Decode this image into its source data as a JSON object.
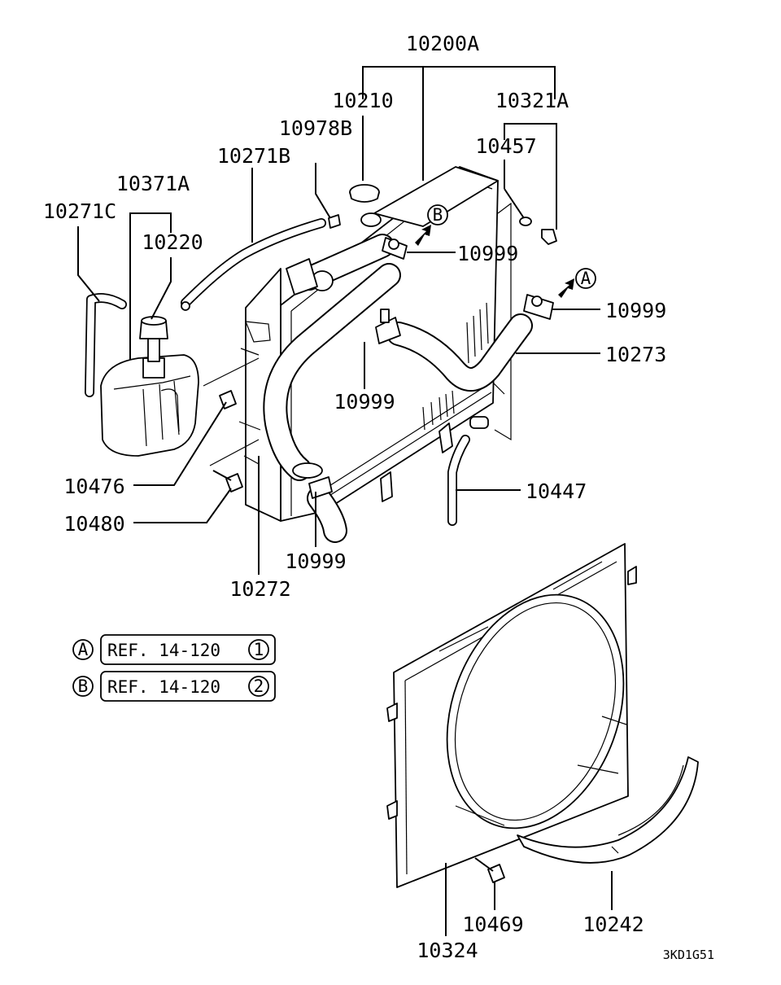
{
  "labels": {
    "p10200A": "10200A",
    "p10210": "10210",
    "p10321A": "10321A",
    "p10978B": "10978B",
    "p10457": "10457",
    "p10271B": "10271B",
    "p10371A": "10371A",
    "p10271C": "10271C",
    "p10220": "10220",
    "p10999_b": "10999",
    "p10999_a": "10999",
    "p10273": "10273",
    "p10999_mid": "10999",
    "p10476": "10476",
    "p10447": "10447",
    "p10480": "10480",
    "p10999_low": "10999",
    "p10272": "10272",
    "p10469": "10469",
    "p10242": "10242",
    "p10324": "10324"
  },
  "callouts": {
    "a_letter": "A",
    "b_letter": "B"
  },
  "references": [
    {
      "letter": "A",
      "text": "REF. 14-120",
      "number": "1"
    },
    {
      "letter": "B",
      "text": "REF. 14-120",
      "number": "2"
    }
  ],
  "drawing_code": "3KD1G51"
}
